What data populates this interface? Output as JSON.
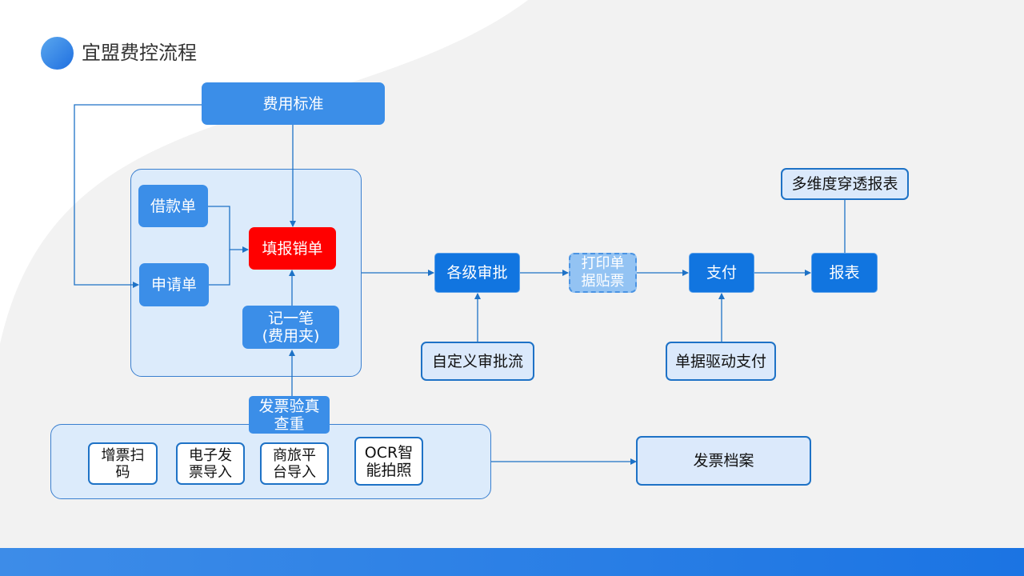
{
  "title": "宜盟费控流程",
  "nodes": {
    "standard": "费用标准",
    "loan": "借款单",
    "apply": "申请单",
    "reimburse": "填报销单",
    "note": "记一笔\n(费用夹)",
    "verify": "发票验真\n查重",
    "approval": "各级审批",
    "print": "打印单\n据贴票",
    "pay": "支付",
    "report": "报表",
    "multi_report": "多维度穿透报表",
    "custom_flow": "自定义审批流",
    "doc_pay": "单据驱动支付",
    "scan": "增票扫\n码",
    "e_invoice": "电子发\n票导入",
    "travel": "商旅平\n台导入",
    "ocr": "OCR智\n能拍照",
    "archive": "发票档案"
  },
  "colors": {
    "primary": "#3b8ee8",
    "dark": "#1175e0",
    "red": "#ff0000",
    "light": "#dbe9fb",
    "border": "#1e72c6"
  }
}
